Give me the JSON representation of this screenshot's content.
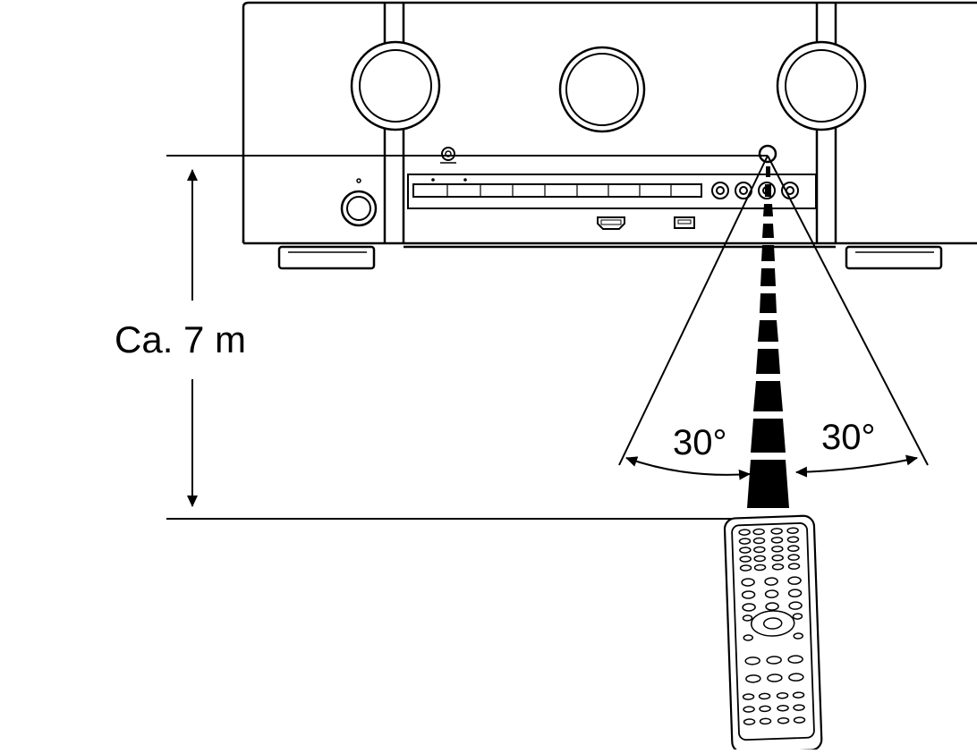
{
  "labels": {
    "distance": "Ca. 7 m",
    "angle_left": "30°",
    "angle_right": "30°"
  },
  "colors": {
    "line": "#000000",
    "fill": "#ffffff"
  }
}
